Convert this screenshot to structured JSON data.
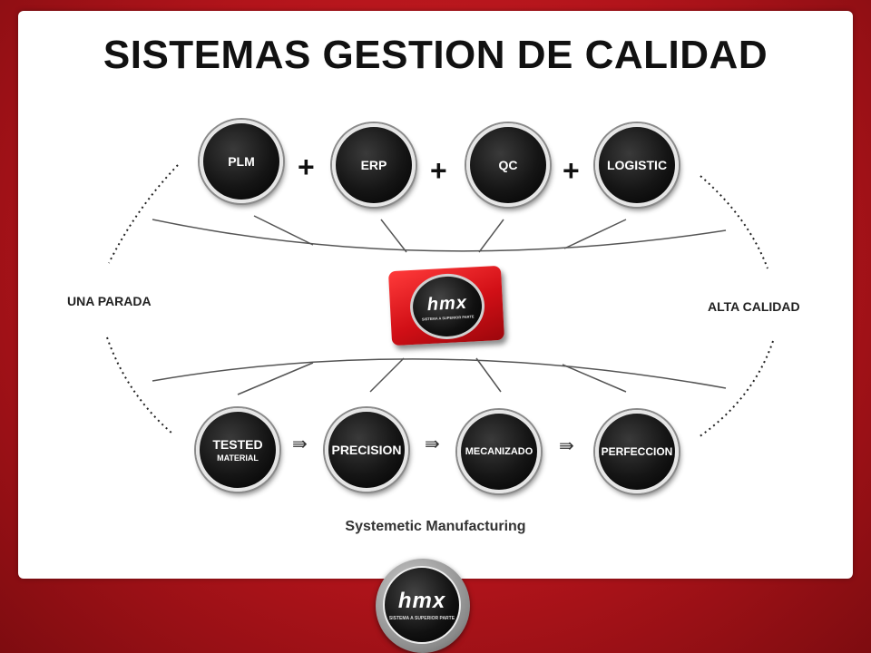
{
  "title": "SISTEMAS GESTION DE CALIDAD",
  "top_nodes": [
    {
      "label": "PLM"
    },
    {
      "label": "ERP"
    },
    {
      "label": "QC"
    },
    {
      "label": "LOGISTIC"
    }
  ],
  "plus_symbol": "+",
  "bottom_nodes": [
    {
      "label": "TESTED",
      "sub": "MATERIAL"
    },
    {
      "label": "PRECISION"
    },
    {
      "label": "MECANIZADO"
    },
    {
      "label": "PERFECCION"
    }
  ],
  "arrow_symbol": "⇛",
  "left_label": "UNA PARADA",
  "right_label": "ALTA CALIDAD",
  "caption": "Systemetic Manufacturing",
  "logo": {
    "brand": "hmx",
    "tagline": "SISTEMA A SUPERIOR PARTE"
  },
  "colors": {
    "frame": "#c0161c",
    "node": "#111111",
    "badge": "#e0161c"
  }
}
